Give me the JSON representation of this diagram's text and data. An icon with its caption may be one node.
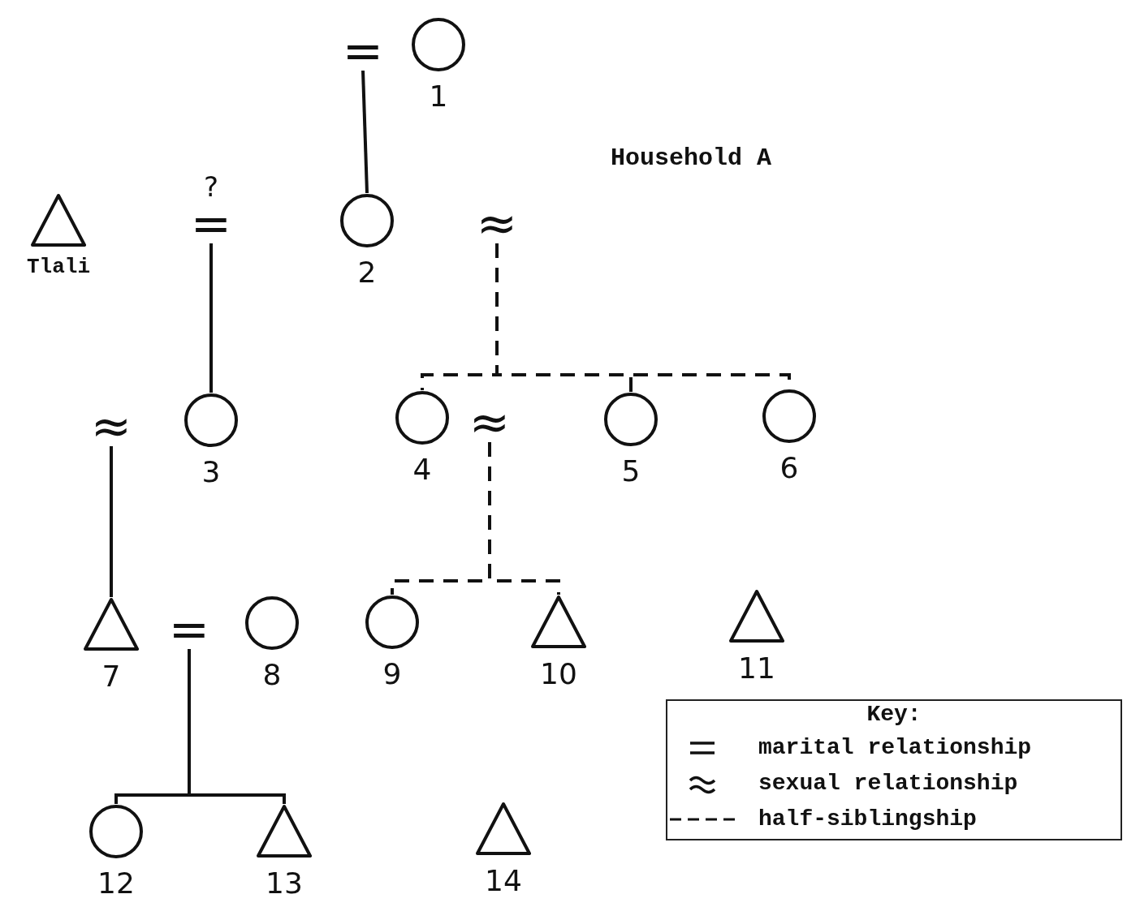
{
  "diagram": {
    "title": "Household A",
    "nodes": [
      {
        "text": [
          "="
        ]
      },
      {
        "text": [
          "1"
        ]
      },
      {
        "text": [
          "Tlali"
        ]
      },
      {
        "text": [
          "="
        ],
        "beside": [
          "?"
        ]
      },
      {
        "text": [
          "2"
        ]
      },
      {
        "text": [
          "≈"
        ]
      },
      {
        "text": [
          "≈"
        ]
      },
      {
        "text": [
          "3"
        ]
      },
      {
        "text": [
          "4"
        ]
      },
      {
        "text": [
          "≈"
        ]
      },
      {
        "text": [
          "5"
        ]
      },
      {
        "text": [
          "6"
        ]
      },
      {
        "text": [
          "7"
        ]
      },
      {
        "text": [
          "="
        ]
      },
      {
        "text": [
          "8"
        ]
      },
      {
        "text": [
          "9"
        ]
      },
      {
        "text": [
          "10"
        ]
      },
      {
        "text": [
          "11"
        ]
      },
      {
        "text": [
          "12"
        ]
      },
      {
        "text": [
          "13"
        ]
      },
      {
        "text": [
          "14"
        ]
      }
    ],
    "edges": [
      {
        "from": 0,
        "to": 4,
        "arrow": "none"
      },
      {
        "from": 3,
        "to": 7,
        "arrow": "none"
      },
      {
        "from": 5,
        "to": 8,
        "arrow": "none",
        "style": "dashed"
      },
      {
        "from": 5,
        "to": 10,
        "arrow": "none",
        "style": "dashed"
      },
      {
        "from": 5,
        "to": 11,
        "arrow": "none",
        "style": "dashed"
      },
      {
        "from": 6,
        "to": 12,
        "arrow": "none"
      },
      {
        "from": 9,
        "to": 15,
        "arrow": "none",
        "style": "dashed"
      },
      {
        "from": 9,
        "to": 16,
        "arrow": "none",
        "style": "dashed"
      },
      {
        "from": 13,
        "to": 18,
        "arrow": "none"
      },
      {
        "from": 13,
        "to": 19,
        "arrow": "none"
      }
    ],
    "labels": [
      "Key:"
    ],
    "legend": [
      {
        "text": "marital relationship"
      },
      {
        "text": "sexual relationship"
      },
      {
        "text": "half-siblingship"
      }
    ]
  }
}
